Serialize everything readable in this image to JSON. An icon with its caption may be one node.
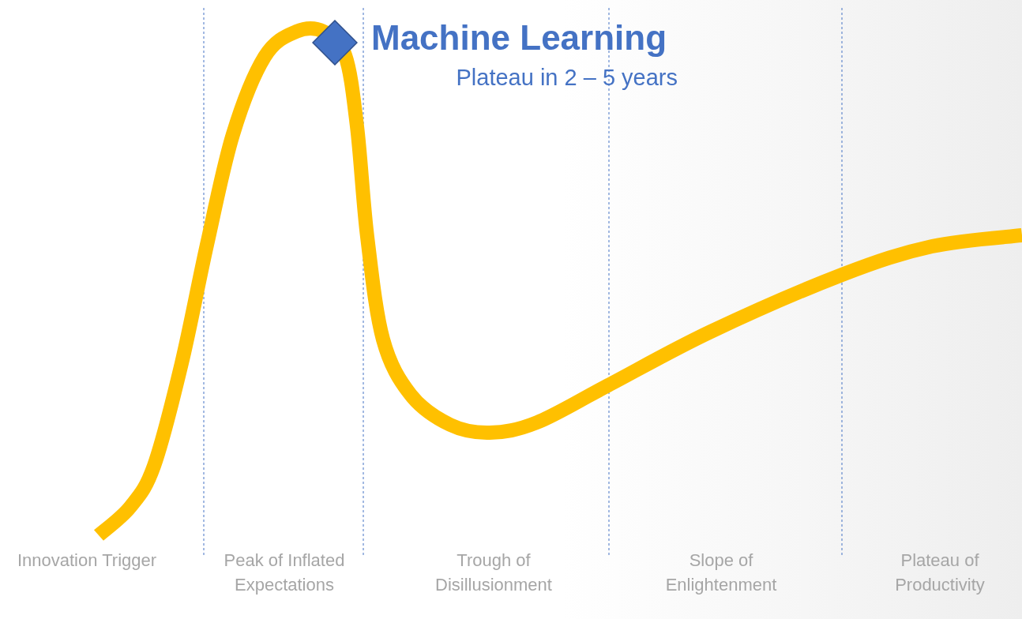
{
  "diagram": {
    "nodes": [
      {
        "text": [],
        "shape": "diamond",
        "beside": [
          "Machine Learning",
          "Plateau in 2 – 5 years"
        ]
      }
    ],
    "labels": [
      "Innovation Trigger",
      "Peak of Inflated Expectations",
      "Trough of Disillusionment",
      "Slope of Enlightenment",
      "Plateau of Productivity"
    ]
  }
}
